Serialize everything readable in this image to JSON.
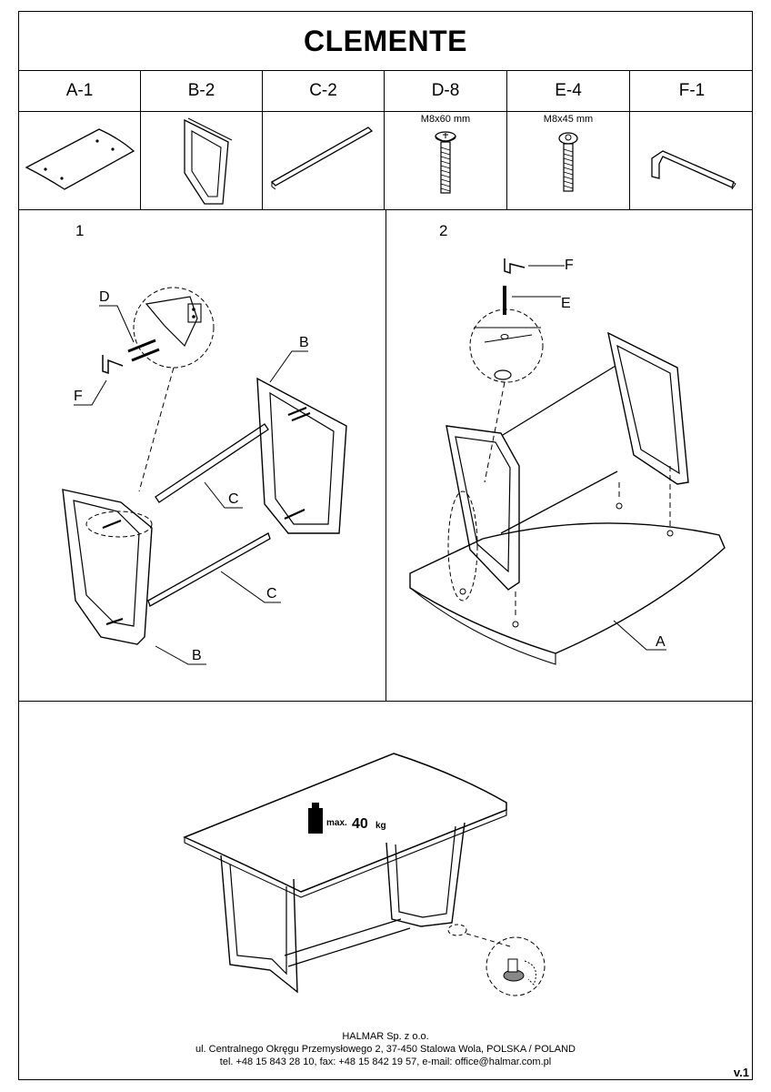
{
  "title": "CLEMENTE",
  "parts": [
    {
      "code": "A-1",
      "spec": ""
    },
    {
      "code": "B-2",
      "spec": ""
    },
    {
      "code": "C-2",
      "spec": ""
    },
    {
      "code": "D-8",
      "spec": "M8x60 mm"
    },
    {
      "code": "E-4",
      "spec": "M8x45 mm"
    },
    {
      "code": "F-1",
      "spec": ""
    }
  ],
  "step1": {
    "number": "1",
    "labels": {
      "d": "D",
      "f": "F",
      "b_top": "B",
      "c_top": "C",
      "c_bottom": "C",
      "b_bottom": "B"
    }
  },
  "step2": {
    "number": "2",
    "labels": {
      "f": "F",
      "e": "E",
      "a": "A"
    }
  },
  "final": {
    "weight_prefix": "max.",
    "weight_value": "40",
    "weight_unit": "kg"
  },
  "footer": {
    "line1": "HALMAR Sp. z o.o.",
    "line2": "ul. Centralnego Okręgu Przemysłowego 2, 37-450 Stalowa Wola, POLSKA / POLAND",
    "line3": "tel. +48 15 843 28 10, fax: +48 15 842 19 57, e-mail: office@halmar.com.pl",
    "version": "v.1"
  }
}
